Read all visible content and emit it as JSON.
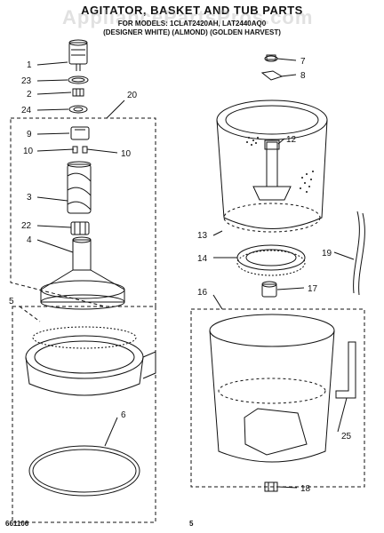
{
  "header": {
    "title": "AGITATOR, BASKET AND TUB PARTS",
    "model_line": "FOR MODELS: 1CLAT2420AH, LAT2440AQ0",
    "color_line": "(DESIGNER WHITE) (ALMOND) (GOLDEN HARVEST)"
  },
  "watermark": "AppliancePartsPros.com",
  "footer": {
    "part_no": "661106",
    "page": "5"
  },
  "callouts": {
    "c1": "1",
    "c23": "23",
    "c2": "2",
    "c24": "24",
    "c20": "20",
    "c9": "9",
    "c10a": "10",
    "c10b": "10",
    "c3": "3",
    "c22": "22",
    "c4": "4",
    "c5": "5",
    "c6": "6",
    "c7": "7",
    "c8": "8",
    "c12": "12",
    "c13": "13",
    "c14": "14",
    "c19": "19",
    "c16": "16",
    "c17": "17",
    "c25": "25",
    "c18": "18"
  }
}
